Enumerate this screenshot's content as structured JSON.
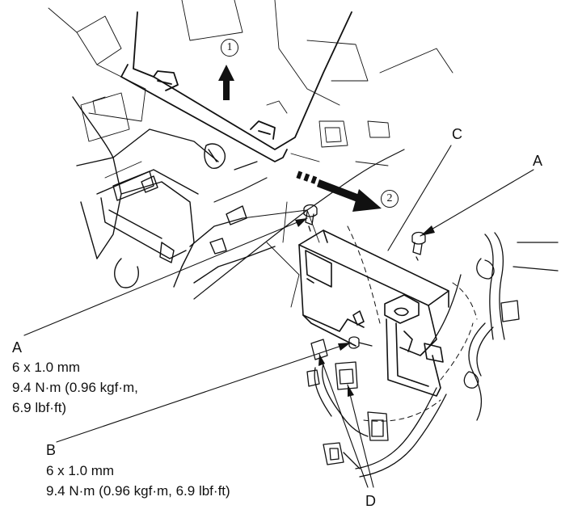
{
  "callouts": {
    "c_label": "C",
    "a_top_label": "A"
  },
  "steps": {
    "step1": "1",
    "step2": "2"
  },
  "spec_a": {
    "letter": "A",
    "size": "6 x 1.0 mm",
    "torque_line1": "9.4 N·m (0.96 kgf·m,",
    "torque_line2": "6.9 lbf·ft)"
  },
  "spec_b": {
    "letter": "B",
    "size": "6 x 1.0 mm",
    "torque": "9.4 N·m (0.96 kgf·m, 6.9 lbf·ft)"
  },
  "callout_d": "D",
  "colors": {
    "line": "#111111",
    "background": "#ffffff"
  }
}
